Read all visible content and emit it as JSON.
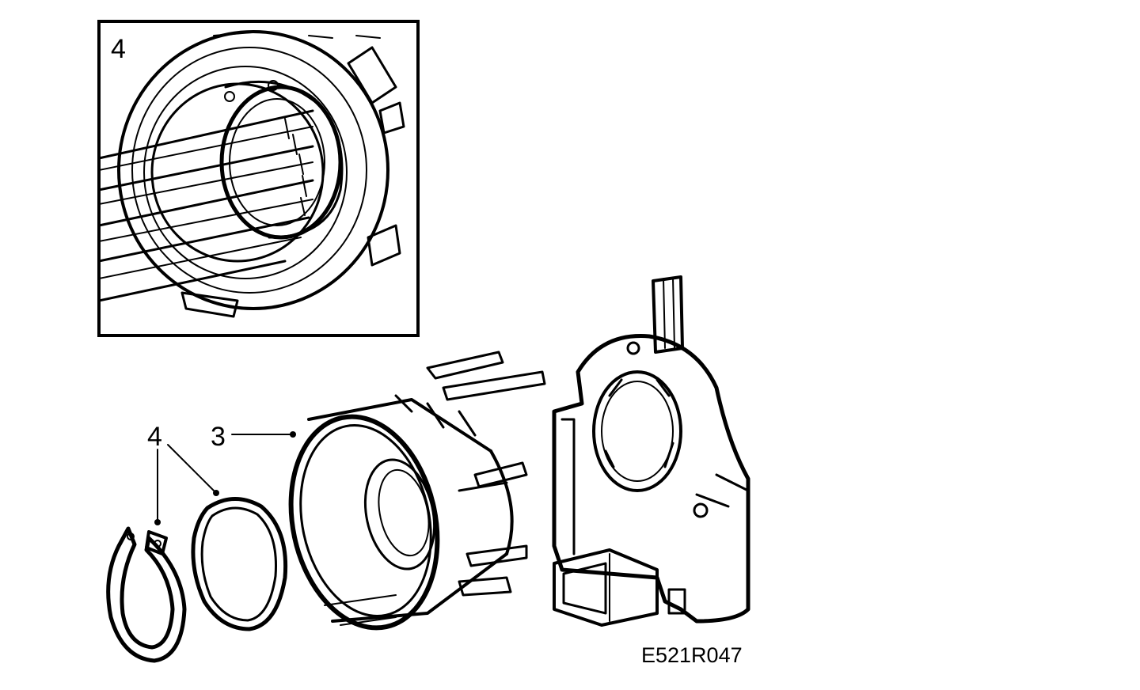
{
  "labels": {
    "inset_callout": "4",
    "callout_retaining_ring": "4",
    "callout_sensor_housing": "3",
    "figure_code": "E521R047"
  }
}
